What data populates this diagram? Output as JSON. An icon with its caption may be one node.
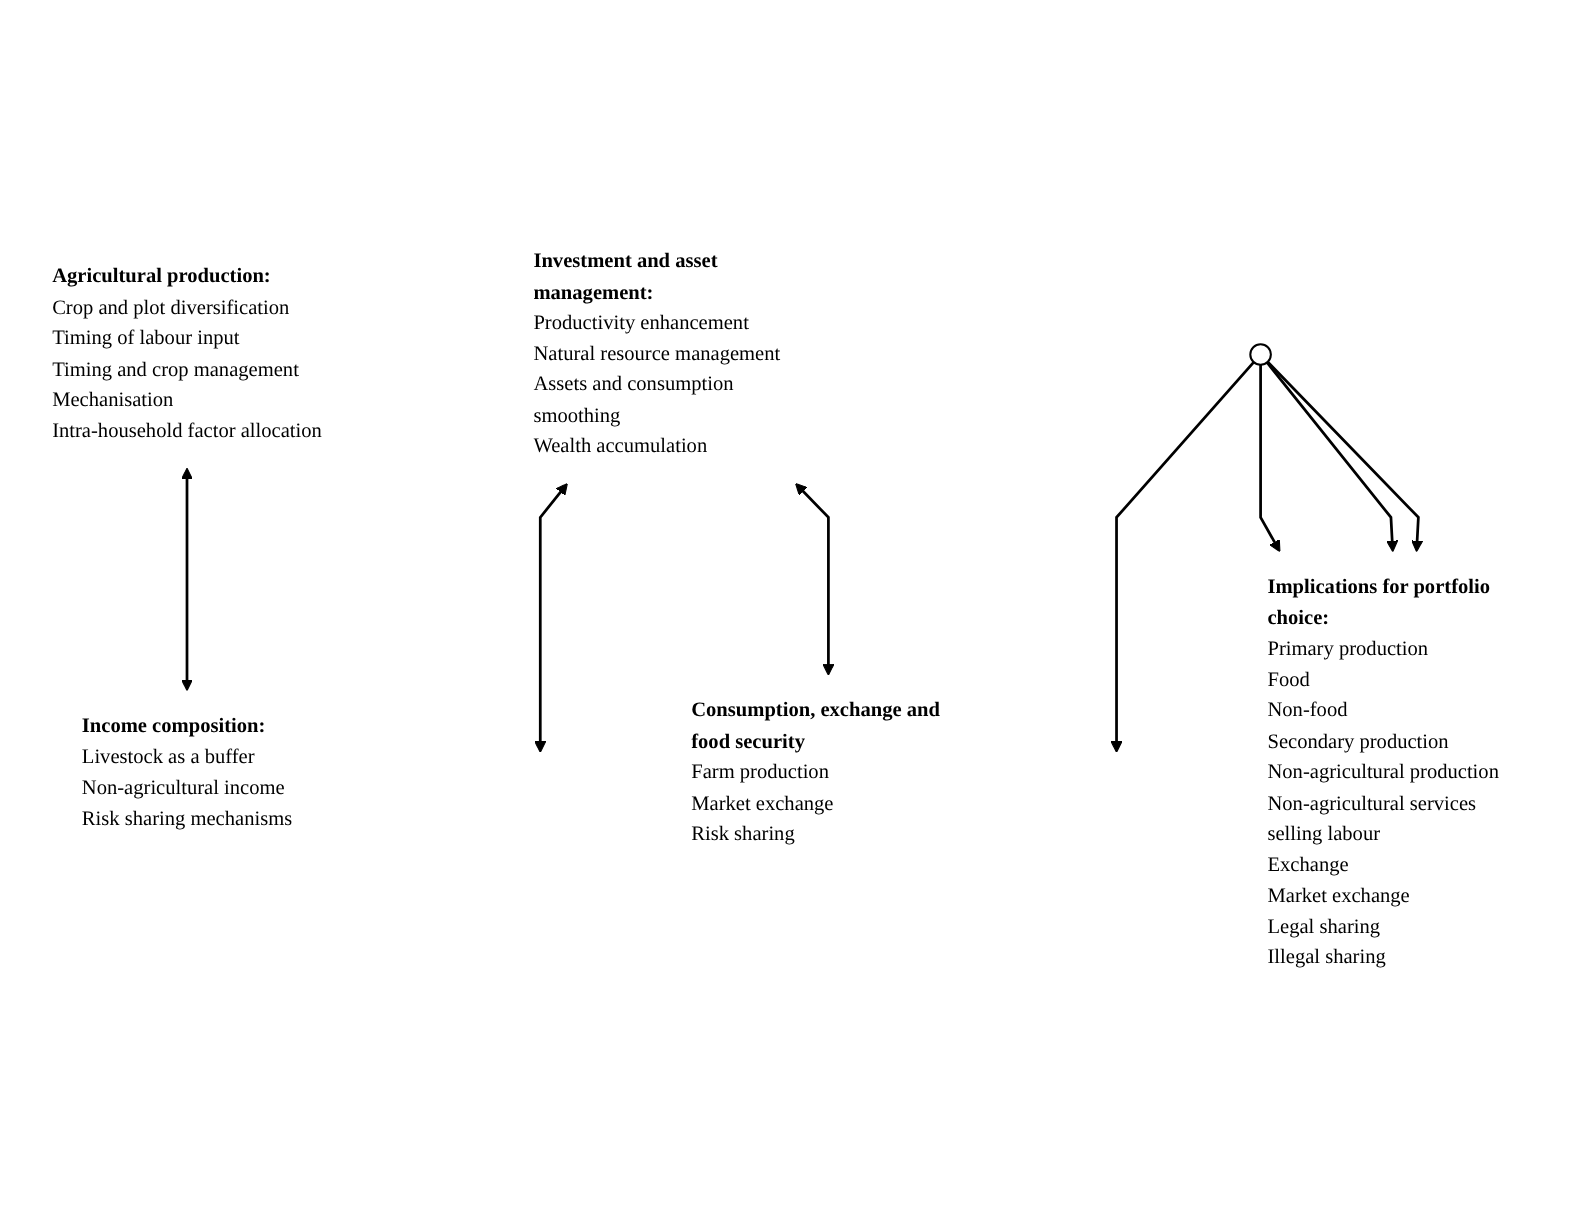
{
  "diagram": {
    "nodes": [
      {
        "text": [
          "Agricultural production:",
          "Crop and plot diversification",
          "Timing of labour input",
          "Timing and crop management",
          "Mechanisation",
          "Intra-household factor allocation"
        ]
      },
      {
        "text": [
          "Income composition:",
          "Livestock as a buffer",
          "Non-agricultural income",
          "Risk sharing mechanisms"
        ]
      },
      {
        "text": [
          "Investment and asset management:",
          "Productivity enhancement",
          "Natural resource management",
          "Assets and consumption smoothing",
          "Wealth accumulation"
        ]
      },
      {
        "text": [
          "Implications for portfolio choice:",
          "Primary production",
          "Food",
          "Non-food",
          "Secondary production",
          "Non-agricultural production",
          "Non-agricultural services",
          "selling labour",
          "Exchange",
          "Market exchange",
          "Legal sharing",
          "Illegal sharing"
        ]
      },
      {
        "text": [
          "Consumption, exchange and food security",
          "Farm production",
          "Market exchange",
          "Risk sharing"
        ]
      },
      {
        "text": [],
        "shape": "circle"
      }
    ],
    "edges": [
      {
        "from": 0,
        "to": 1,
        "arrow": "both"
      },
      {
        "from": 2,
        "to": null,
        "arrow": "both"
      },
      {
        "from": 2,
        "to": 4,
        "arrow": "both"
      },
      {
        "from": 5,
        "to": null,
        "arrow": "to"
      },
      {
        "from": 5,
        "to": 3,
        "arrow": "to"
      },
      {
        "from": 5,
        "to": 3,
        "arrow": "to"
      },
      {
        "from": 5,
        "to": 3,
        "arrow": "to"
      }
    ]
  }
}
